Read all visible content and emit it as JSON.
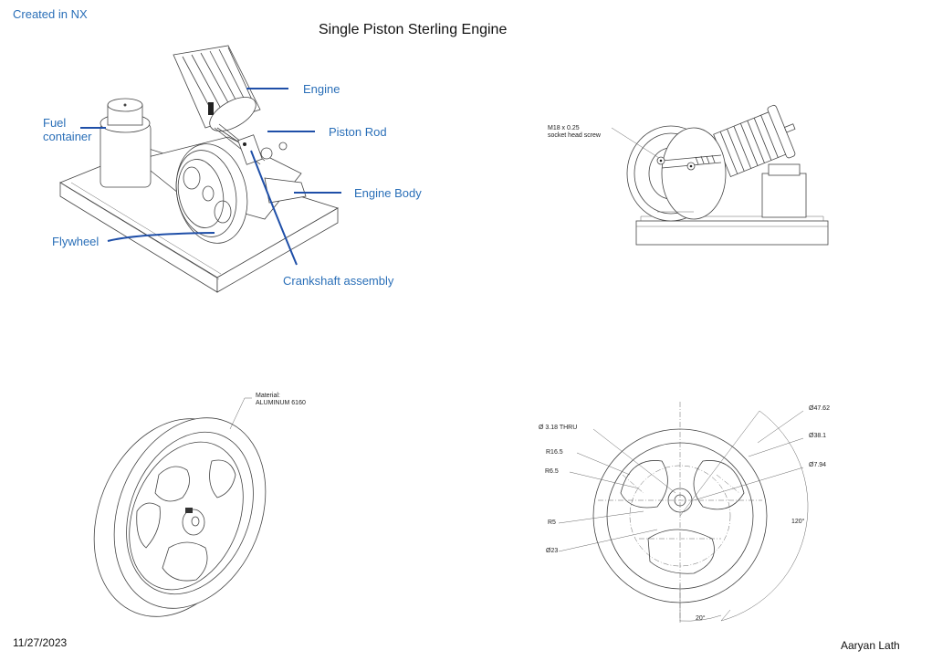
{
  "header": {
    "created_in": "Created in NX",
    "title": "Single Piston Sterling Engine"
  },
  "callouts": {
    "engine": "Engine",
    "fuel_container": "Fuel\ncontainer",
    "piston_rod": "Piston Rod",
    "engine_body": "Engine Body",
    "flywheel": "Flywheel",
    "crankshaft": "Crankshaft assembly"
  },
  "side_view": {
    "screw_note_line1": "M18 x 0.25",
    "screw_note_line2": "socket head screw"
  },
  "flywheel_iso": {
    "material_line1": "Material:",
    "material_line2": "ALUMINUM 6160"
  },
  "flywheel_dims": {
    "d47": "Ø47.62",
    "d38": "Ø38.1",
    "d7": "Ø7.94",
    "thru": "Ø 3.18 THRU",
    "r16": "R16.5",
    "r6": "R6.5",
    "r5": "R5",
    "d23": "Ø23",
    "ang120": "120°",
    "ang20": "20°"
  },
  "footer": {
    "date": "11/27/2023",
    "author": "Aaryan Lath"
  },
  "colors": {
    "callout_text": "#2a6fb8",
    "leader": "#1f4fa8"
  }
}
